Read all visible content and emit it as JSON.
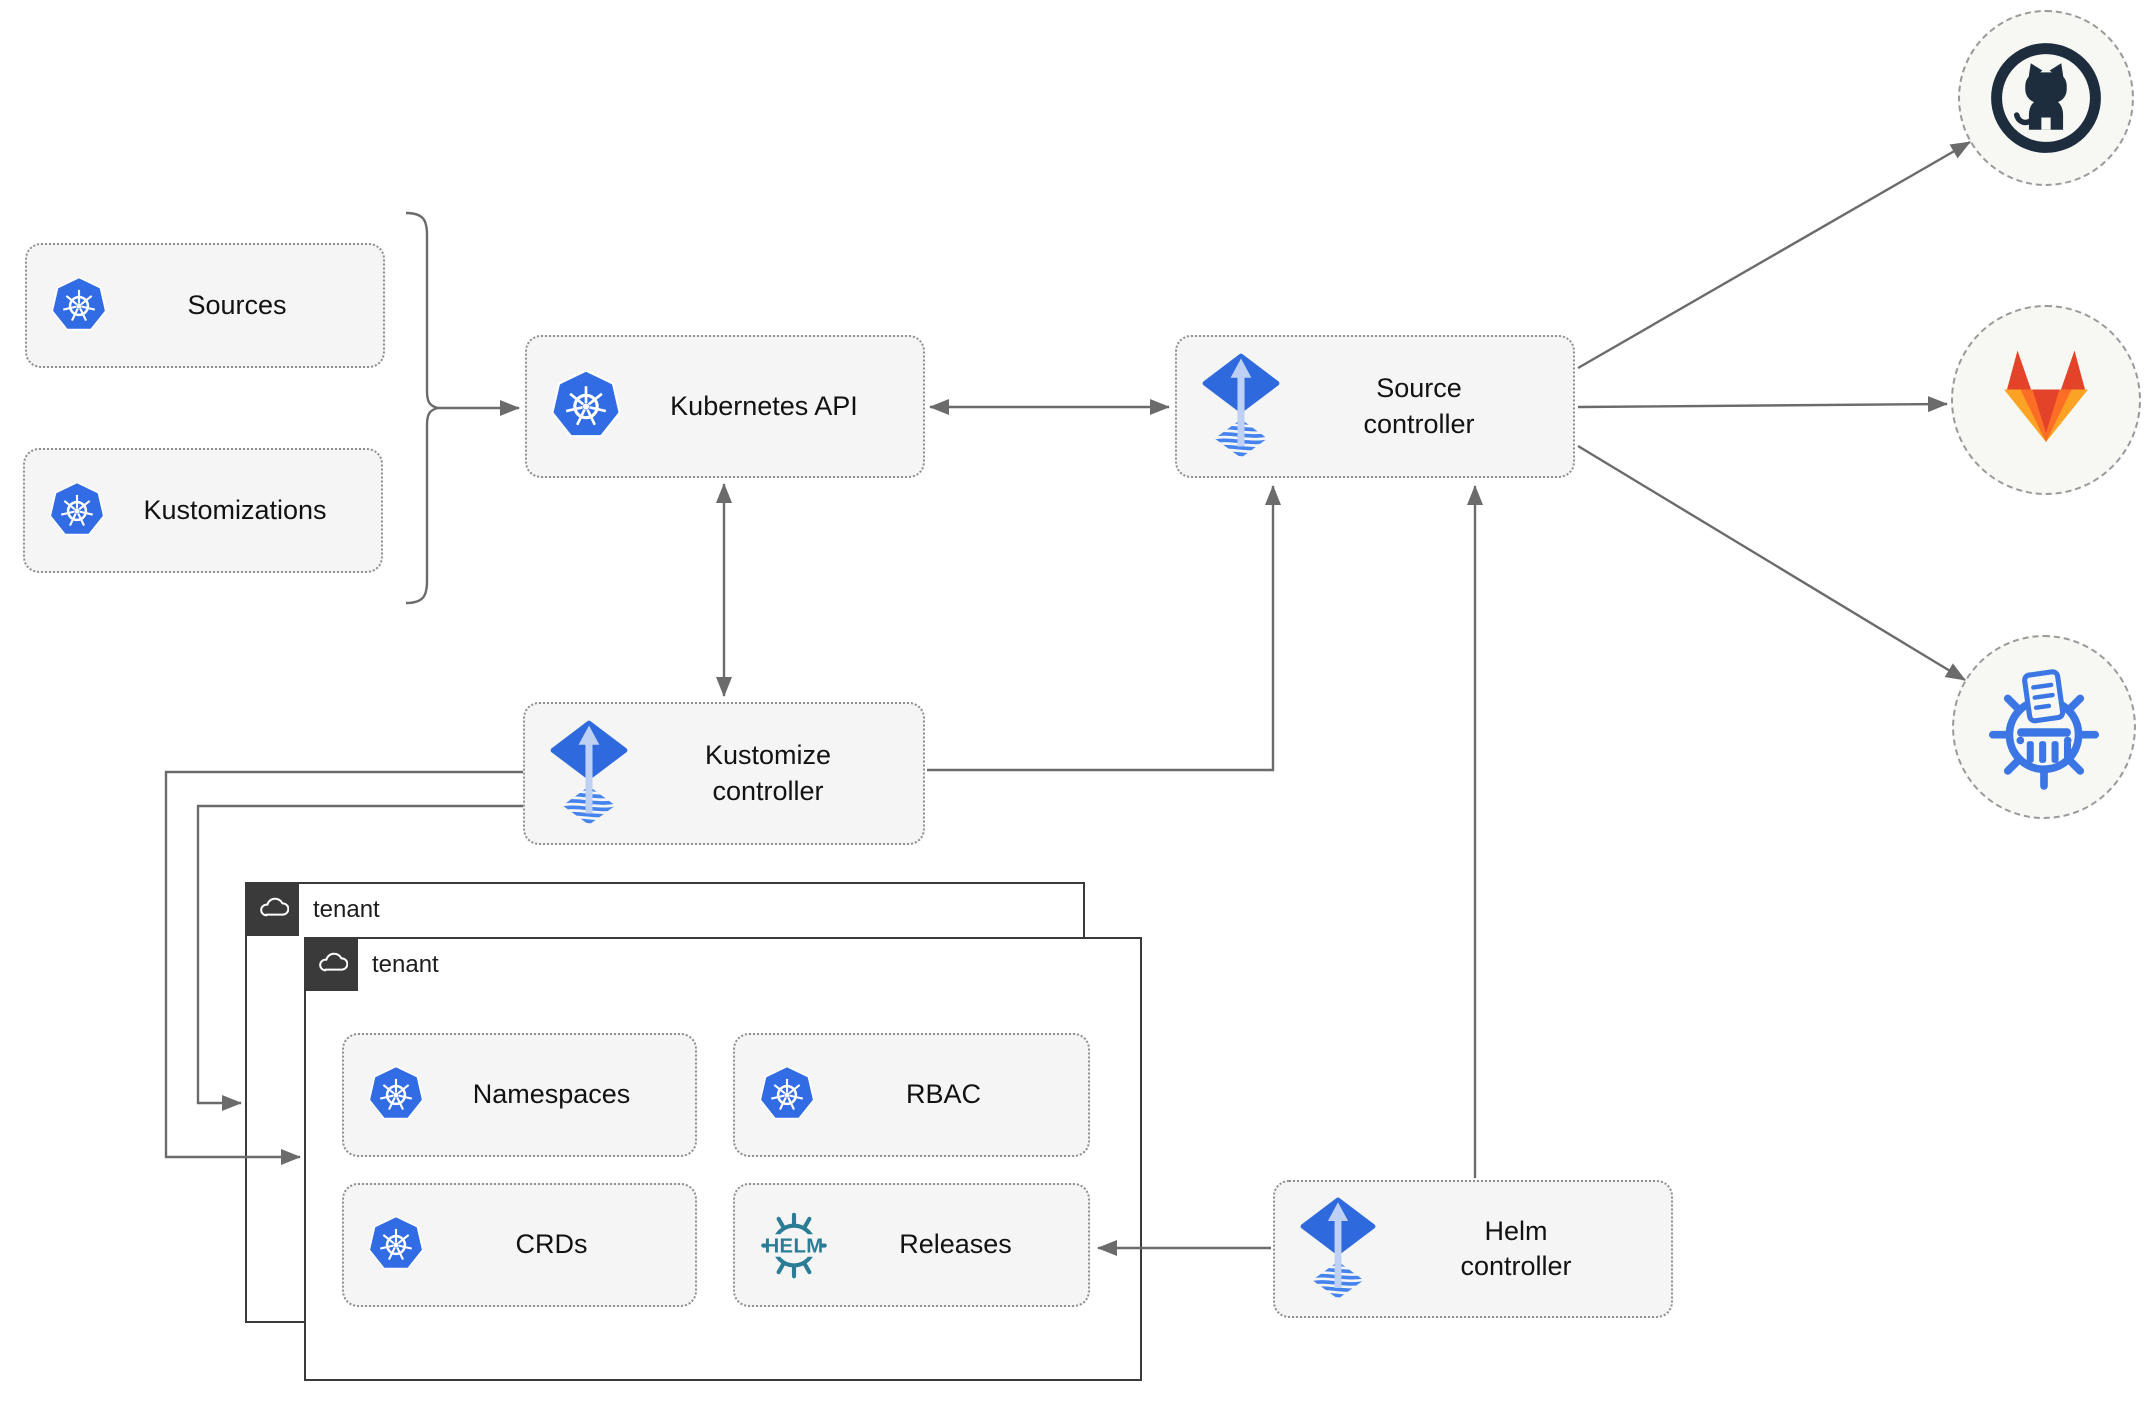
{
  "nodes": {
    "sources": {
      "label": "Sources",
      "icon": "kubernetes-icon"
    },
    "kustomizations": {
      "label": "Kustomizations",
      "icon": "kubernetes-icon"
    },
    "kubernetes_api": {
      "label": "Kubernetes API",
      "icon": "kubernetes-icon"
    },
    "source_controller": {
      "label": "Source controller",
      "icon": "flux-icon"
    },
    "kustomize_controller": {
      "label": "Kustomize controller",
      "icon": "flux-icon"
    },
    "helm_controller": {
      "label": "Helm controller",
      "icon": "flux-icon"
    },
    "namespaces": {
      "label": "Namespaces",
      "icon": "kubernetes-icon"
    },
    "rbac": {
      "label": "RBAC",
      "icon": "kubernetes-icon"
    },
    "crds": {
      "label": "CRDs",
      "icon": "kubernetes-icon"
    },
    "releases": {
      "label": "Releases",
      "icon": "helm-icon"
    }
  },
  "tenants": [
    {
      "label": "tenant",
      "icon": "cloud-icon"
    },
    {
      "label": "tenant",
      "icon": "cloud-icon"
    }
  ],
  "external_targets": [
    {
      "icon": "github-octocat-icon"
    },
    {
      "icon": "gitlab-fox-icon"
    },
    {
      "icon": "chartmuseum-wheel-icon"
    }
  ],
  "edges": [
    {
      "from": "sources+kustomizations",
      "to": "kubernetes_api",
      "style": "brace-arrow"
    },
    {
      "from": "kubernetes_api",
      "to": "source_controller",
      "style": "bidirectional"
    },
    {
      "from": "kubernetes_api",
      "to": "kustomize_controller",
      "style": "bidirectional"
    },
    {
      "from": "kustomize_controller",
      "to": "source_controller",
      "style": "arrow"
    },
    {
      "from": "helm_controller",
      "to": "source_controller",
      "style": "arrow"
    },
    {
      "from": "source_controller",
      "to": "github",
      "style": "arrow"
    },
    {
      "from": "source_controller",
      "to": "gitlab",
      "style": "arrow"
    },
    {
      "from": "source_controller",
      "to": "chartmuseum",
      "style": "arrow"
    },
    {
      "from": "kustomize_controller",
      "to": "tenant_back",
      "style": "arrow"
    },
    {
      "from": "kustomize_controller",
      "to": "tenant_front",
      "style": "arrow"
    },
    {
      "from": "helm_controller",
      "to": "releases",
      "style": "arrow"
    }
  ],
  "colors": {
    "kubernetes_blue": "#326ce5",
    "flux_blue": "#2f69de",
    "flux_stripe_blue": "#4583ef",
    "helm_teal": "#2b7d96",
    "github_dark": "#1e2d3d",
    "gitlab_red": "#e24329",
    "gitlab_orange": "#fc6d26",
    "gitlab_yellow": "#fca326",
    "chartmuseum_blue": "#3b76e4",
    "node_fill": "#f5f5f5",
    "tenant_dark": "#3a3a3a",
    "line_gray": "#6b6b6b"
  }
}
